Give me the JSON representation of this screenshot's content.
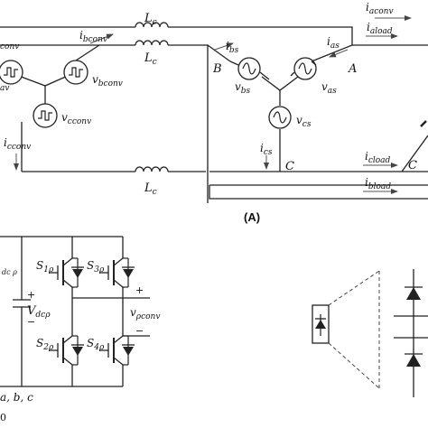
{
  "figure": {
    "caption": "(A)",
    "bottom_caption": "0"
  },
  "labels": {
    "i_aconv": "i",
    "i_aconv_sub": "aconv",
    "i_aload": "i",
    "i_aload_sub": "aload",
    "i_bconv": "i",
    "i_bconv_sub": "bconv",
    "v_aconv": "conv",
    "v_bconv": "v",
    "v_bconv_sub": "bconv",
    "v_cconv": "v",
    "v_cconv_sub": "cconv",
    "v_a_left": "av",
    "i_cconv": "i",
    "i_cconv_sub": "cconv",
    "Lc_top": "L",
    "Lc_top_sub": "c",
    "Lc_mid": "L",
    "Lc_mid_sub": "c",
    "Lc_bot": "L",
    "Lc_bot_sub": "c",
    "i_bs": "i",
    "i_bs_sub": "bs",
    "i_as": "i",
    "i_as_sub": "as",
    "node_B": "B",
    "node_A": "A",
    "node_C": "C",
    "v_bs": "v",
    "v_bs_sub": "bs",
    "v_as": "v",
    "v_as_sub": "as",
    "v_cs": "v",
    "v_cs_sub": "cs",
    "i_cs": "i",
    "i_cs_sub": "cs",
    "i_cload": "i",
    "i_cload_sub": "cload",
    "i_bload": "i",
    "i_bload_sub": "bload",
    "load_C": "C",
    "S1": "S",
    "S1_sub": "1ρ",
    "S2": "S",
    "S2_sub": "2ρ",
    "S3": "S",
    "S3_sub": "3ρ",
    "S4": "S",
    "S4_sub": "4ρ",
    "dc_cut": "dc ρ",
    "V_dc": "V",
    "V_dc_sub": "dcρ",
    "v_rho": "v",
    "v_rho_sub": "ρconv",
    "plus_dc": "+",
    "minus_dc": "−",
    "plus_out": "+",
    "minus_out": "−",
    "abc": "a, b, c"
  },
  "colors": {
    "wire": "#222222",
    "text": "#111111",
    "background": "#ffffff"
  }
}
